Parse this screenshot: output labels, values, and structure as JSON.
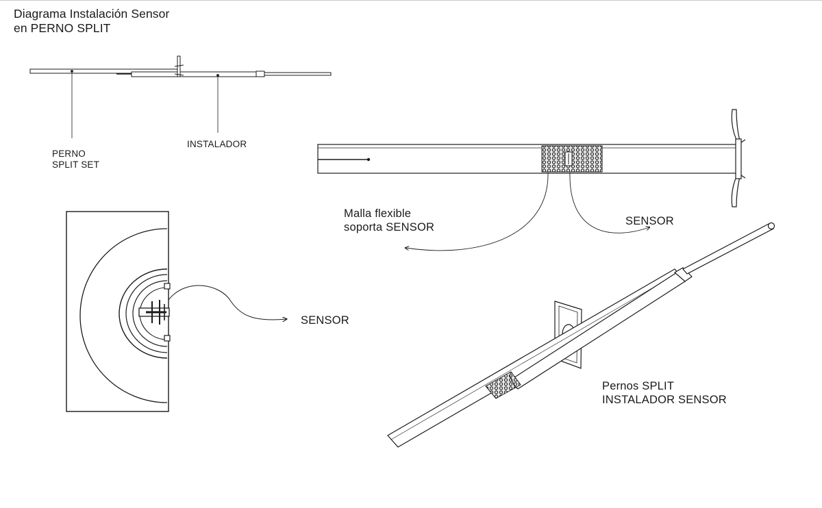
{
  "title": {
    "line1": "Diagrama Instalación Sensor",
    "line2": "en PERNO SPLIT"
  },
  "labels": {
    "perno_line1": "PERNO",
    "perno_line2": "SPLIT SET",
    "instalador": "INSTALADOR",
    "malla_line1": "Malla flexible",
    "malla_line2": "soporta SENSOR",
    "sensor_right": "SENSOR",
    "sensor_left": "SENSOR",
    "pernos_line1": "Pernos SPLIT",
    "pernos_line2": "INSTALADOR SENSOR"
  },
  "colors": {
    "ink": "#1a1a1a",
    "mesh": "#2a2a2a",
    "background": "#ffffff"
  }
}
